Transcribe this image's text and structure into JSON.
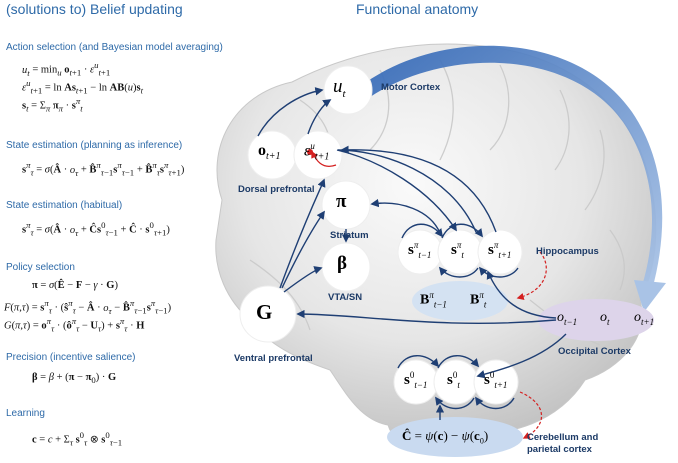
{
  "headers": {
    "left": "(solutions to) Belief updating",
    "right": "Functional anatomy"
  },
  "sections": {
    "action": "Action selection (and Bayesian model averaging)",
    "state_plan": "State estimation (planning as inference)",
    "state_habit": "State estimation (habitual)",
    "policy": "Policy selection",
    "precision": "Precision (incentive salience)",
    "learning": "Learning"
  },
  "equations": {
    "action_1": "u_t = min_u o_{t+1} · ε^u_{t+1}",
    "action_2": "ε^u_{t+1} = ln As_{t+1} − ln AB(u)s_t",
    "action_3": "s_t = Σ_π π_π · s^π_t",
    "plan_1": "s^π_τ = σ(Â · o_τ + B̂^π_{τ−1}s^π_{τ−1} + B̂^π_τ s^π_{τ+1})",
    "habit_1": "s^π_τ = σ(Â · o_τ + Ĉs^0_{τ−1} + Ĉ · s^0_{τ+1})",
    "policy_1": "π = σ(Ê − F − γ · G)",
    "policy_2": "F(π,τ) = s^π_τ · (ŝ^π_τ − Â · o_τ − B̂^π_{τ−1}s^π_{τ−1})",
    "policy_3": "G(π,τ) = o^π_τ · (ô^π_τ − U_τ) + s^π_τ · H",
    "precision_1": "β = β + (π − π_0) · G",
    "learning_1": "c = c + Σ_τ s^0_τ ⊗ s^0_{τ−1}"
  },
  "regions": {
    "motor_cortex": "Motor Cortex",
    "dorsal_prefrontal": "Dorsal prefrontal",
    "striatum": "Striatum",
    "vta_sn": "VTA/SN",
    "hippocampus": "Hippocampus",
    "ventral_prefrontal": "Ventral prefrontal",
    "occipital_cortex": "Occipital Cortex",
    "cerebellum_line1": "Cerebellum and",
    "cerebellum_line2": "parietal cortex"
  },
  "nodes": {
    "u": "u_t",
    "o_next": "o_{t+1}",
    "eps": "ε^u_{t+1}",
    "pi": "π",
    "beta": "β",
    "G": "G",
    "s_pi_prev": "s^π_{t−1}",
    "s_pi_t": "s^π_t",
    "s_pi_next": "s^π_{t+1}",
    "B_pi_prev": "B^π_{t−1}",
    "B_pi_t": "B^π_t",
    "o_prev": "o_{t−1}",
    "o_t": "o_t",
    "o_next2": "o_{t+1}",
    "s0_prev": "s^0_{t−1}",
    "s0_t": "s^0_t",
    "s0_next": "s^0_{t+1}",
    "C_hat": "Ĉ = ψ(c) − ψ(c_0)"
  },
  "colors": {
    "accent_blue": "#2e6aa8",
    "label_navy": "#1c3a66",
    "arrow_navy": "#1f3f74",
    "purple_nodes": "#ddd4ea",
    "blue_nodes": "#d4e2f2",
    "ellipse_blue": "#c9daf0",
    "red_arrow": "#d42020"
  }
}
